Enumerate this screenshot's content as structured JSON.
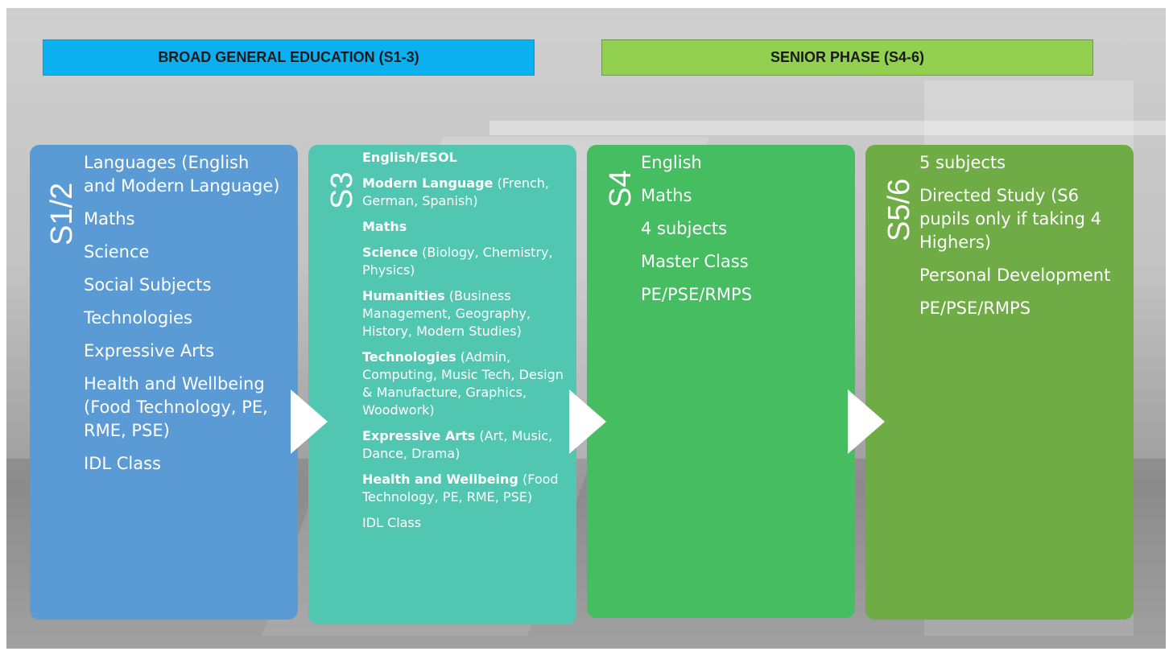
{
  "headers": {
    "bge": "BROAD GENERAL EDUCATION (S1-3)",
    "senior": "SENIOR PHASE (S4-6)"
  },
  "colors": {
    "bge_header": "#0bb0ef",
    "senior_header": "#92d050",
    "s12_card": "#5b9bd5",
    "s3_card": "#51c7b2",
    "s4_card": "#47bd62",
    "s56_card": "#6fac46"
  },
  "stages": {
    "s12": {
      "label": "S1/2",
      "items": [
        "Languages (English and Modern Language)",
        "Maths",
        "Science",
        "Social Subjects",
        "Technologies",
        "Expressive Arts",
        "Health and Wellbeing (Food Technology, PE, RME, PSE)",
        "IDL Class"
      ]
    },
    "s3": {
      "label": "S3",
      "items": [
        {
          "bold": "English/ESOL",
          "rest": ""
        },
        {
          "bold": "Modern Language",
          "rest": " (French, German, Spanish)"
        },
        {
          "bold": "Maths",
          "rest": ""
        },
        {
          "bold": "Science",
          "rest": " (Biology, Chemistry, Physics)"
        },
        {
          "bold": "Humanities",
          "rest": " (Business Management, Geography, History, Modern Studies)"
        },
        {
          "bold": "Technologies",
          "rest": " (Admin, Computing, Music Tech, Design & Manufacture, Graphics, Woodwork)"
        },
        {
          "bold": "Expressive Arts",
          "rest": " (Art, Music, Dance, Drama)"
        },
        {
          "bold": "Health and Wellbeing",
          "rest": " (Food Technology, PE, RME, PSE)"
        },
        {
          "bold": "",
          "rest": "IDL Class"
        }
      ]
    },
    "s4": {
      "label": "S4",
      "items": [
        "English",
        "Maths",
        "4 subjects",
        "Master Class",
        "PE/PSE/RMPS"
      ]
    },
    "s56": {
      "label": "S5/6",
      "items": [
        "5 subjects",
        "Directed Study (S6 pupils only if taking 4 Highers)",
        "Personal Development",
        "PE/PSE/RMPS"
      ]
    }
  }
}
